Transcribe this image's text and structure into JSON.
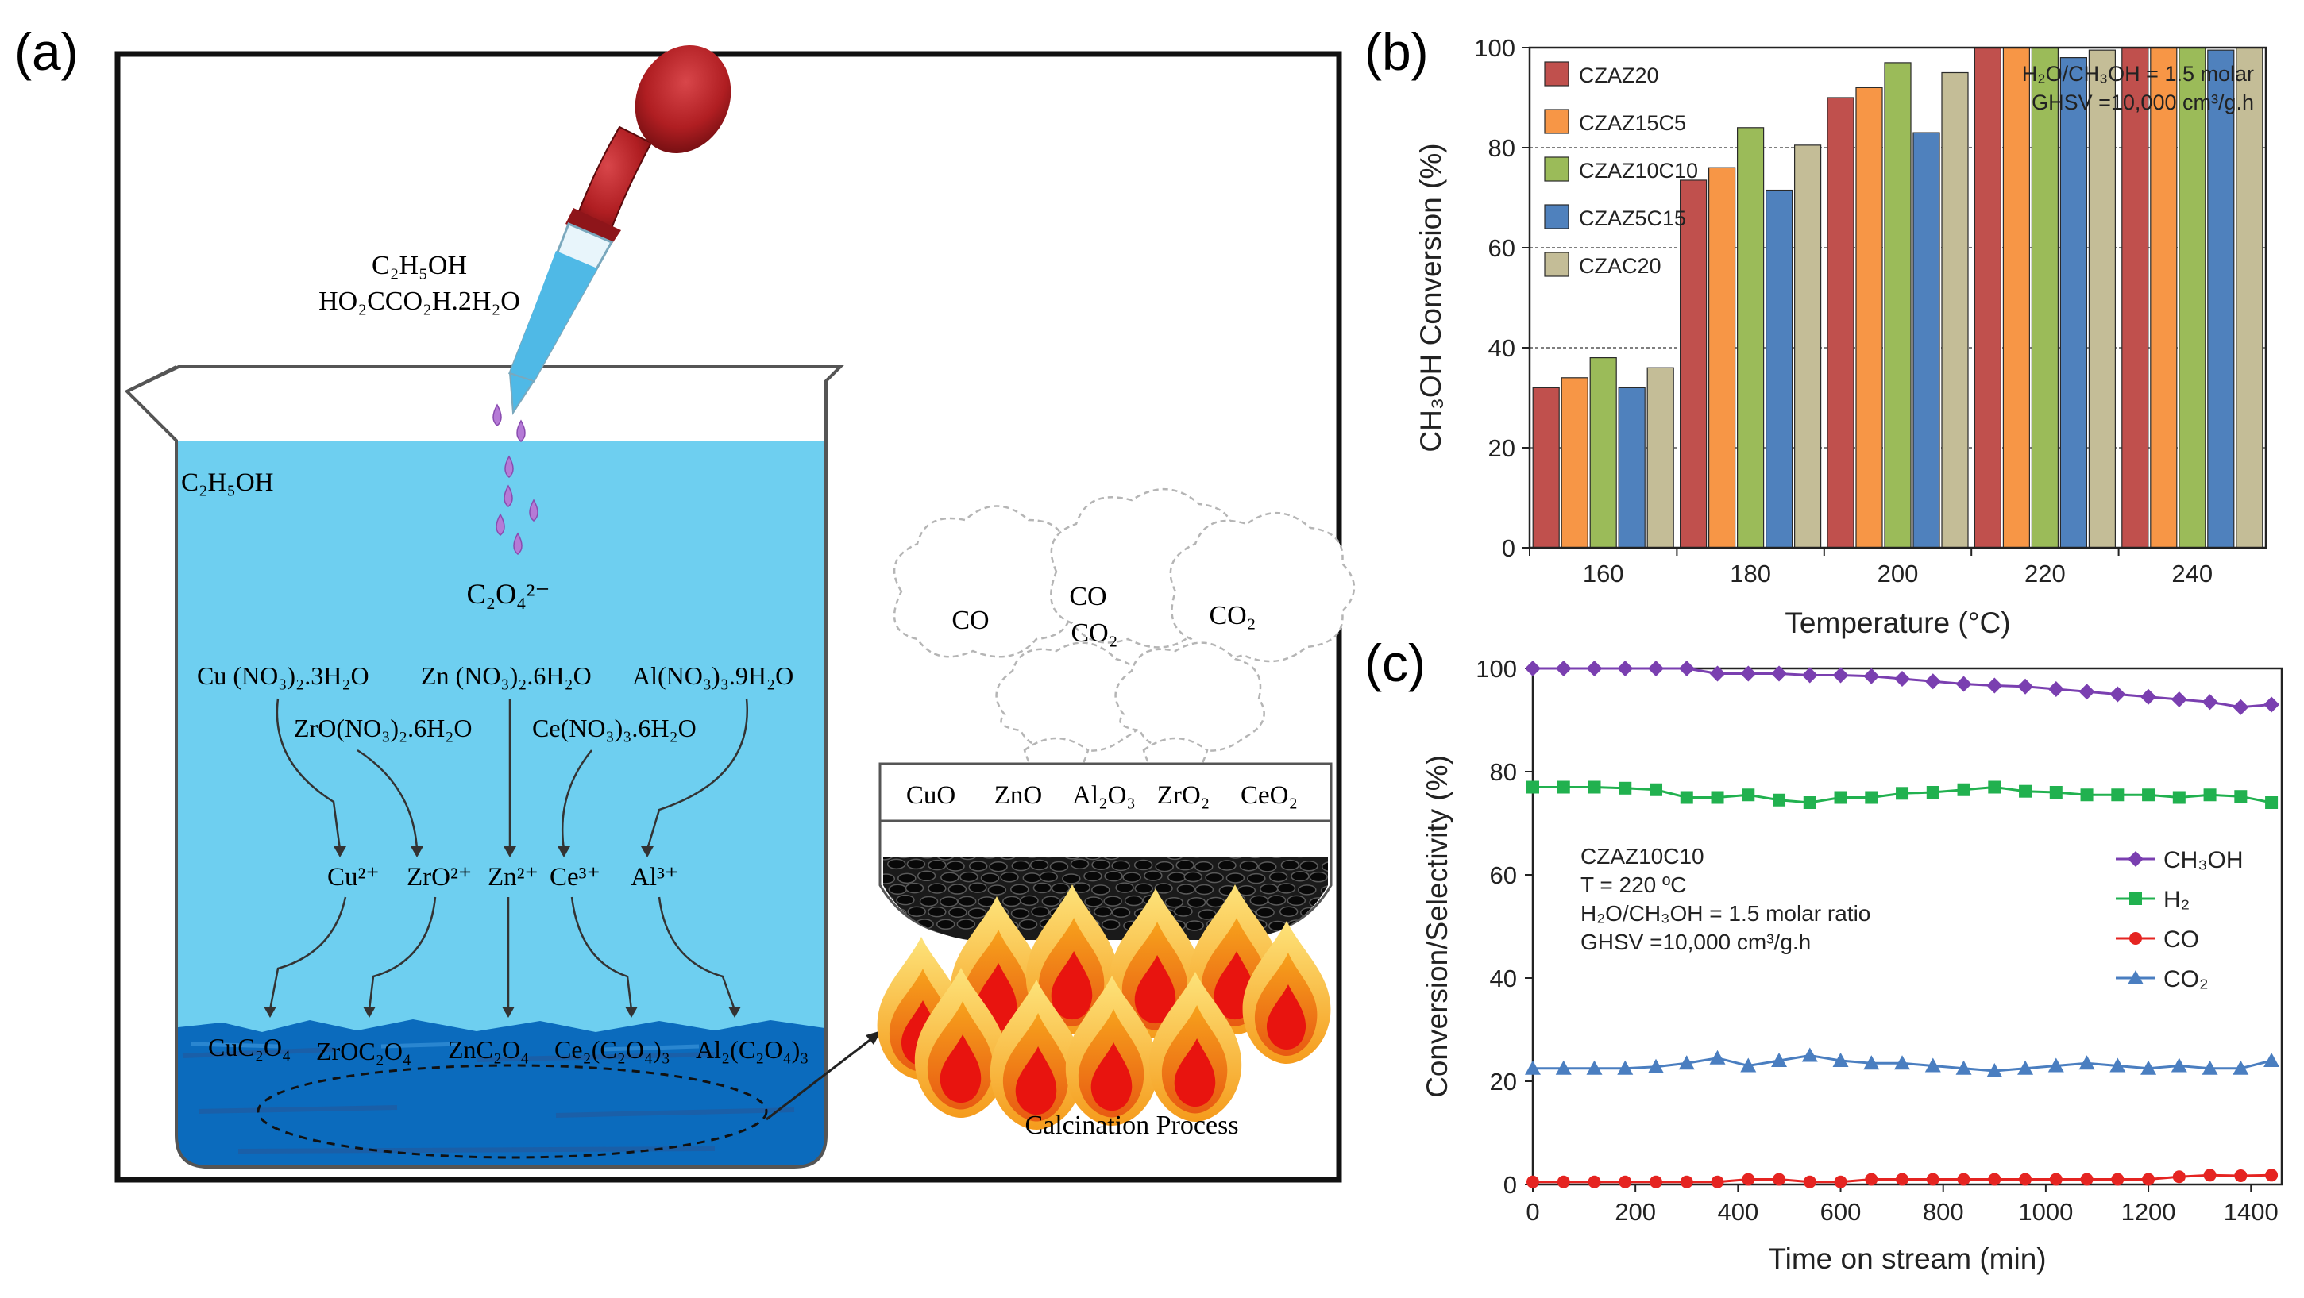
{
  "panel_labels": {
    "a": "(a)",
    "b": "(b)",
    "c": "(c)"
  },
  "schematic": {
    "dropper_reagents": [
      "C₂H₅OH",
      "HO₂CCO₂H.2H₂O"
    ],
    "solvent": "C₂H₅OH",
    "oxalate_ion": "C₂O₄²⁻",
    "precursors_row1": [
      "Cu (NO₃)₂.3H₂O",
      "Zn (NO₃)₂.6H₂O",
      "Al(NO₃)₃.9H₂O"
    ],
    "precursors_row2": [
      "ZrO(NO₃)₂.6H₂O",
      "Ce(NO₃)₃.6H₂O"
    ],
    "ions": [
      "Cu²⁺",
      "ZrO²⁺",
      "Zn²⁺",
      "Ce³⁺",
      "Al³⁺"
    ],
    "precipitates": [
      "CuC₂O₄",
      "ZrOC₂O₄",
      "ZnC₂O₄",
      "Ce₂(C₂O₄)₃",
      "Al₂(C₂O₄)₃"
    ],
    "gases": [
      "CO",
      "CO",
      "CO₂",
      "CO₂"
    ],
    "oxides": [
      "CuO",
      "ZnO",
      "Al₂O₃",
      "ZrO₂",
      "CeO₂"
    ],
    "calcination_label": "Calcination Process",
    "colors": {
      "liquid": "#6ecff0",
      "precipitate": "#0b6bbd",
      "drop": "#b57ad6",
      "bulb": "#b01e22"
    }
  },
  "chart_data": [
    {
      "type": "bar",
      "panel": "b",
      "categories": [
        "160",
        "180",
        "200",
        "220",
        "240"
      ],
      "series": [
        {
          "name": "CZAZ20",
          "color": "#c0504d",
          "values": [
            32,
            73.5,
            90,
            100,
            100
          ]
        },
        {
          "name": "CZAZ15C5",
          "color": "#f79646",
          "values": [
            34,
            76,
            92,
            100,
            100
          ]
        },
        {
          "name": "CZAZ10C10",
          "color": "#9bbb59",
          "values": [
            38,
            84,
            97,
            100,
            100
          ]
        },
        {
          "name": "CZAZ5C15",
          "color": "#4f81bd",
          "values": [
            32,
            71.5,
            83,
            98,
            99.5
          ]
        },
        {
          "name": "CZAC20",
          "color": "#c4bd97",
          "values": [
            36,
            80.5,
            95,
            99.5,
            100
          ]
        }
      ],
      "xlabel": "Temperature (°C)",
      "ylabel": "CH₃OH Conversion (%)",
      "yticks": [
        "0",
        "20",
        "40",
        "60",
        "80",
        "100"
      ],
      "ylim": [
        0,
        100
      ],
      "grid": true,
      "legend_position": "top-left",
      "annotations": [
        "H₂O/CH₃OH = 1.5 molar",
        "GHSV =10,000 cm³/g.h"
      ]
    },
    {
      "type": "line",
      "panel": "c",
      "x": [
        0,
        60,
        120,
        180,
        240,
        300,
        360,
        420,
        480,
        540,
        600,
        660,
        720,
        780,
        840,
        900,
        960,
        1020,
        1080,
        1140,
        1200,
        1260,
        1320,
        1380,
        1440
      ],
      "series": [
        {
          "name": "CH₃OH",
          "color": "#7a3fb0",
          "marker": "diamond",
          "values": [
            100,
            100,
            100,
            100,
            100,
            100,
            99,
            99,
            99,
            98.7,
            98.7,
            98.5,
            98,
            97.5,
            97,
            96.7,
            96.5,
            96,
            95.5,
            95,
            94.5,
            94,
            93.5,
            92.5,
            93
          ]
        },
        {
          "name": "H₂",
          "color": "#21b14f",
          "marker": "square",
          "values": [
            77,
            77,
            77,
            76.8,
            76.5,
            75,
            75,
            75.5,
            74.5,
            74,
            75,
            75,
            75.8,
            76,
            76.5,
            77,
            76.2,
            76,
            75.5,
            75.5,
            75.5,
            75,
            75.5,
            75.2,
            74
          ]
        },
        {
          "name": "CO",
          "color": "#e52421",
          "marker": "circle",
          "values": [
            0.5,
            0.5,
            0.5,
            0.5,
            0.5,
            0.5,
            0.5,
            1,
            1,
            0.5,
            0.5,
            1,
            1,
            1,
            1,
            1,
            1,
            1,
            1,
            1,
            1,
            1.5,
            1.8,
            1.7,
            1.8
          ]
        },
        {
          "name": "CO₂",
          "color": "#4a7ec0",
          "marker": "triangle",
          "values": [
            22.5,
            22.5,
            22.5,
            22.5,
            22.8,
            23.5,
            24.5,
            23,
            24,
            25,
            24,
            23.5,
            23.5,
            23,
            22.5,
            22,
            22.5,
            23,
            23.5,
            23,
            22.5,
            23,
            22.5,
            22.5,
            24
          ]
        }
      ],
      "xlabel": "Time on stream (min)",
      "ylabel": "Conversion/Selectivity (%)",
      "xticks": [
        "0",
        "200",
        "400",
        "600",
        "800",
        "1000",
        "1200",
        "1400"
      ],
      "yticks": [
        "0",
        "20",
        "40",
        "60",
        "80",
        "100"
      ],
      "xlim": [
        0,
        1460
      ],
      "ylim": [
        0,
        100
      ],
      "legend_position": "right",
      "annotations": [
        "CZAZ10C10",
        "T = 220 ºC",
        "H₂O/CH₃OH = 1.5 molar ratio",
        "GHSV =10,000 cm³/g.h"
      ]
    }
  ]
}
